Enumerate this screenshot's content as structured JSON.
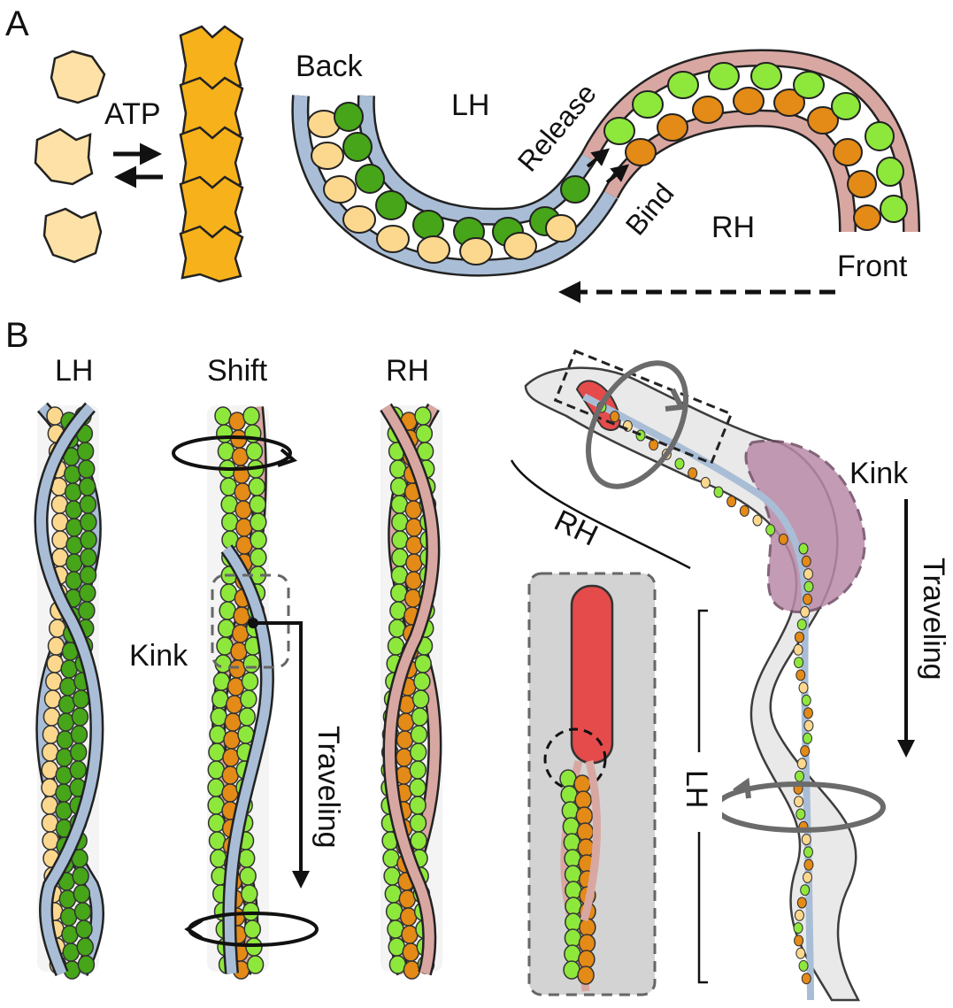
{
  "colors": {
    "monomer_light": "#fde1a6",
    "monomer_dark": "#f7b21b",
    "green_dark": "#46a518",
    "green_light": "#8ee83c",
    "orange": "#e38a17",
    "pale": "#fbd88e",
    "sheath_lh": "#a9bed6",
    "sheath_rh": "#d9a7a2",
    "red_tip": "#e54b4b",
    "kink_purple": "#b98aa8",
    "envelope": "#e6e6e6"
  },
  "panel_a": {
    "letter": "A",
    "atp": "ATP",
    "back": "Back",
    "lh": "LH",
    "release": "Release",
    "bind": "Bind",
    "rh": "RH",
    "front": "Front"
  },
  "panel_b": {
    "letter": "B",
    "col_lh": "LH",
    "col_shift": "Shift",
    "col_rh": "RH",
    "kink": "Kink",
    "traveling": "Traveling",
    "right_rh": "RH",
    "right_kink": "Kink",
    "right_traveling": "Traveling",
    "right_lh": "LH"
  }
}
